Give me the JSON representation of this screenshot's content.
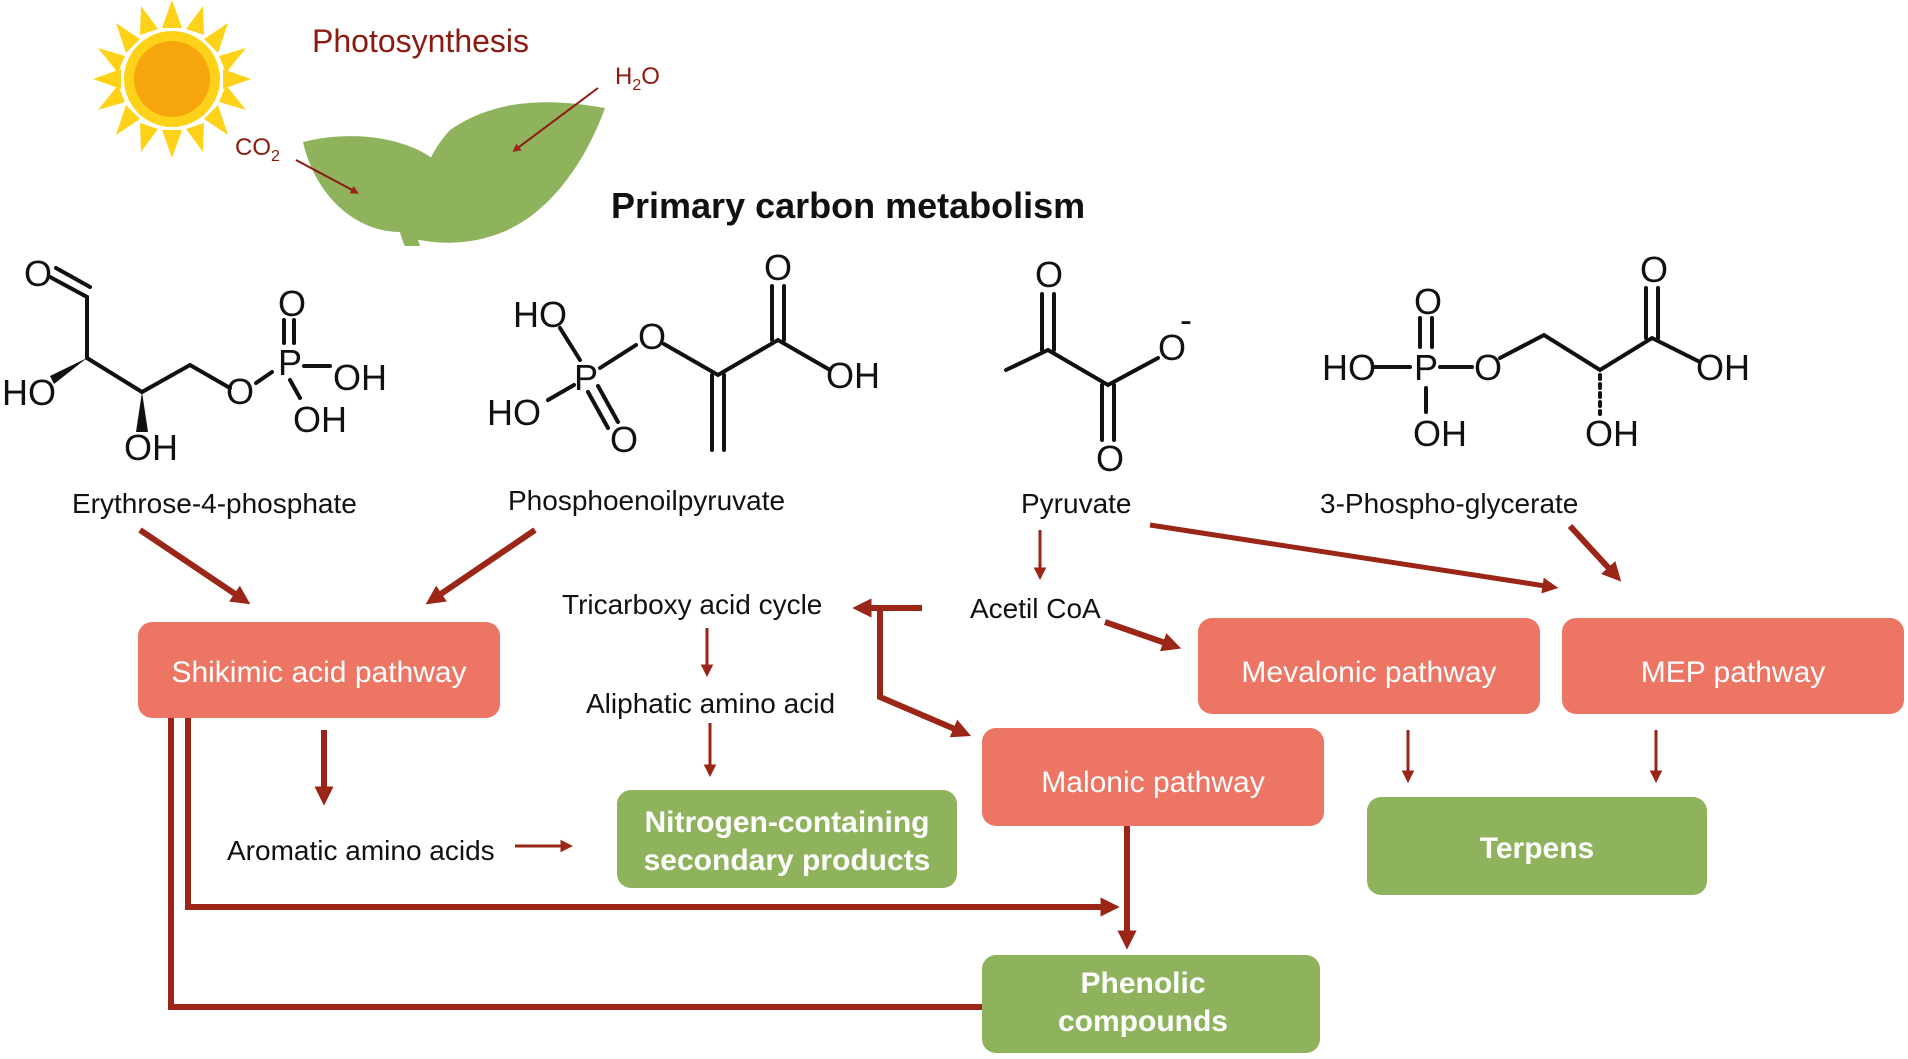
{
  "colors": {
    "pathway_box": "#ec7564",
    "product_box": "#8fb35c",
    "arrow": "#9b2618",
    "photosynthesis_text": "#8b1a10",
    "sun": "#f7a50c",
    "sun_rays": "#ffd21a",
    "leaf": "#8fb35c"
  },
  "header": {
    "photosynthesis": "Photosynthesis",
    "h2o": "H",
    "h2o_sub": "2",
    "h2o_o": "O",
    "co2": "CO",
    "co2_sub": "2",
    "title": "Primary carbon metabolism"
  },
  "molecules": {
    "e4p": {
      "name": "Erythrose-4-phosphate",
      "atoms": {
        "o_top": "O",
        "ho_left": "HO",
        "oh_bottom": "OH",
        "o_link": "O",
        "p": "P",
        "o_p_top": "O",
        "oh_p_right": "OH",
        "oh_p_bottom": "OH"
      }
    },
    "pep": {
      "name": "Phosphoenoilpyruvate",
      "atoms": {
        "ho_top": "HO",
        "ho_bottom": "HO",
        "p": "P",
        "o_link": "O",
        "o_p": "O",
        "o_acid": "O",
        "oh_acid": "OH"
      }
    },
    "pyruvate": {
      "name": "Pyruvate",
      "atoms": {
        "o_top": "O",
        "o_minus": "O",
        "minus": "-",
        "o_bottom": "O"
      }
    },
    "pg3": {
      "name": "3-Phospho-glycerate",
      "atoms": {
        "ho_left": "HO",
        "p": "P",
        "o_p_top": "O",
        "oh_p_bottom": "OH",
        "o_link": "O",
        "o_acid": "O",
        "oh_acid": "OH",
        "oh_bottom": "OH"
      }
    }
  },
  "intermediates": {
    "tca": "Tricarboxy acid cycle",
    "aliphatic": "Aliphatic amino acid",
    "acetyl_coa": "Acetil CoA",
    "aromatic": "Aromatic amino acids"
  },
  "pathways": {
    "shikimic": "Shikimic acid pathway",
    "mevalonic": "Mevalonic  pathway",
    "mep": "MEP pathway",
    "malonic": "Malonic  pathway"
  },
  "products": {
    "nitrogen_line1": "Nitrogen-containing",
    "nitrogen_line2": "secondary  products",
    "terpens": "Terpens",
    "phenolic_line1": "Phenolic",
    "phenolic_line2": "compounds"
  }
}
